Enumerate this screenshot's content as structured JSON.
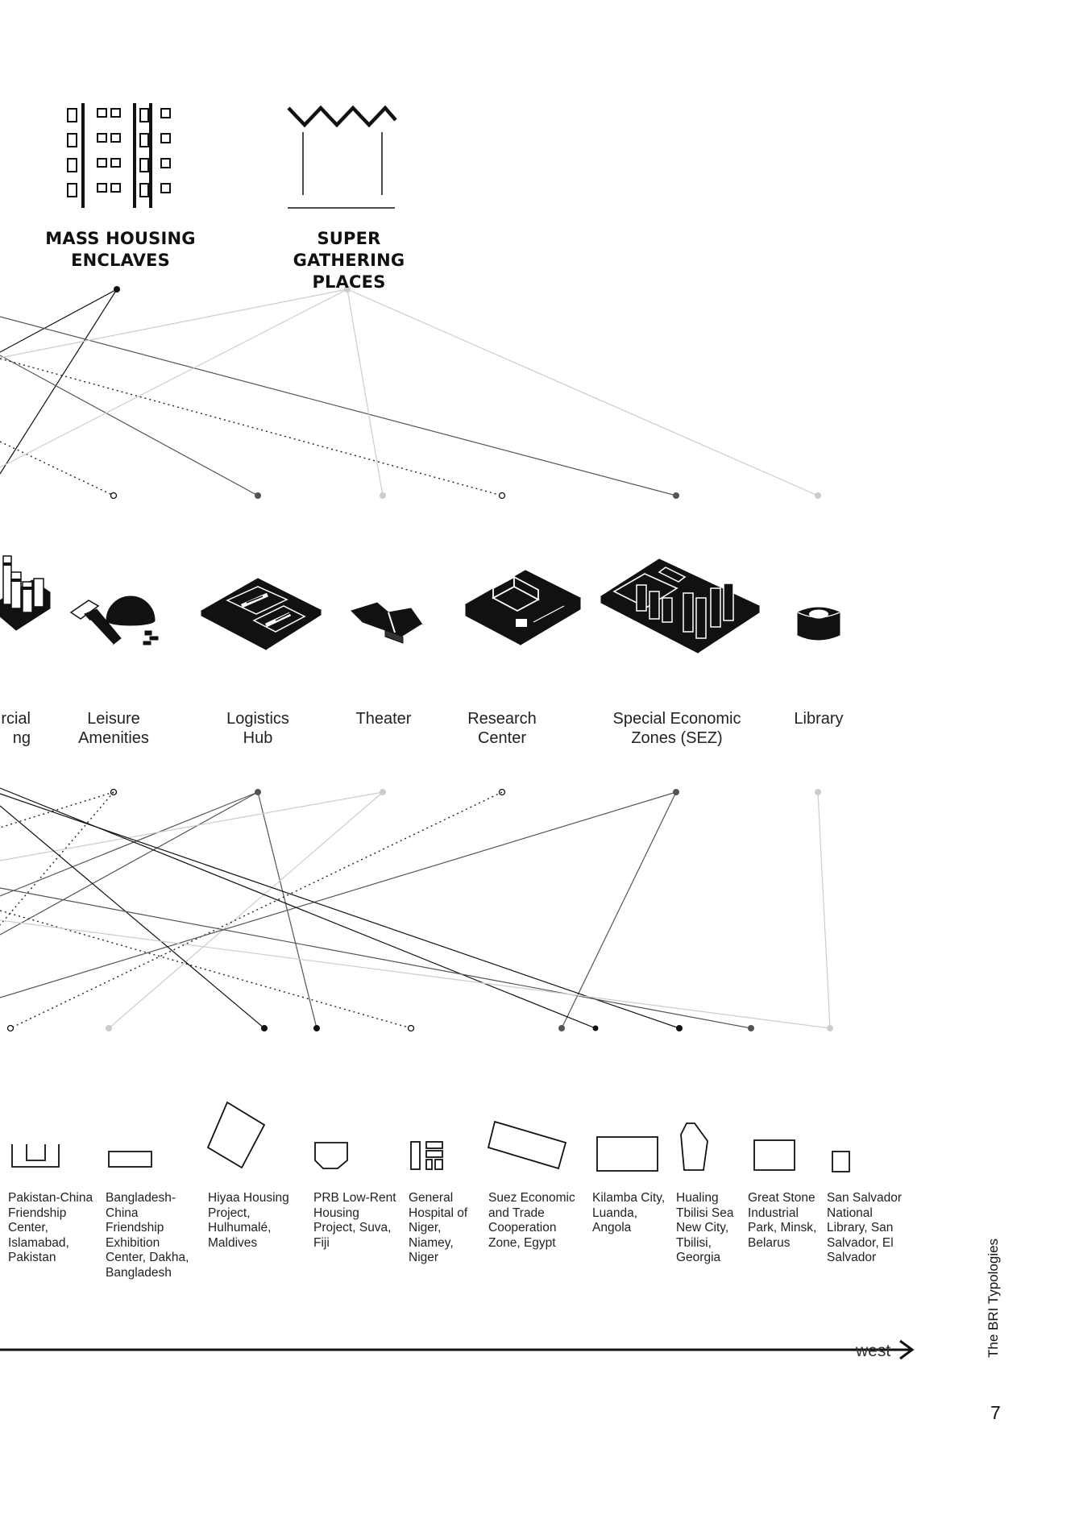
{
  "categories": [
    {
      "id": "mass-housing",
      "label": "MASS HOUSING ENCLAVES"
    },
    {
      "id": "super-gathering",
      "label": "SUPER GATHERING PLACES"
    }
  ],
  "typologies": [
    {
      "id": "commercial",
      "label": "rcial ng"
    },
    {
      "id": "leisure",
      "label": "Leisure Amenities"
    },
    {
      "id": "logistics",
      "label": "Logistics Hub"
    },
    {
      "id": "theater",
      "label": "Theater"
    },
    {
      "id": "research",
      "label": "Research Center"
    },
    {
      "id": "sez",
      "label": "Special Economic Zones (SEZ)"
    },
    {
      "id": "library",
      "label": "Library"
    }
  ],
  "projects": [
    {
      "id": "pakistan-china",
      "label": "Pakistan-China Friendship Center, Islamabad, Pakistan"
    },
    {
      "id": "bangladesh-china",
      "label": "Bangladesh-China Friendship Exhibition Center, Dakha, Bangladesh"
    },
    {
      "id": "hiyaa",
      "label": "Hiyaa Housing Project, Hulhumalé, Maldives"
    },
    {
      "id": "prb",
      "label": "PRB Low-Rent Housing Project, Suva, Fiji"
    },
    {
      "id": "general-hospital",
      "label": "General Hospital of Niger, Niamey, Niger"
    },
    {
      "id": "suez",
      "label": "Suez Economic and Trade Cooperation Zone, Egypt"
    },
    {
      "id": "kilamba",
      "label": "Kilamba City, Luanda, Angola"
    },
    {
      "id": "hualing",
      "label": "Hualing Tbilisi Sea New City, Tbilisi, Georgia"
    },
    {
      "id": "great-stone",
      "label": "Great Stone Industrial Park, Minsk, Belarus"
    },
    {
      "id": "san-salvador",
      "label": "San Salvador National Library, San Salvador, El Salvador"
    }
  ],
  "axis": {
    "direction_label": "west"
  },
  "side_title": "The BRI Typologies",
  "page_number": "7",
  "colors": {
    "ink": "#111111",
    "mid_grey": "#666666",
    "light_grey": "#c4c4c4",
    "background": "#ffffff"
  },
  "connection_styles": [
    "solid-black",
    "solid-grey",
    "solid-light",
    "dotted-black"
  ],
  "icons": [
    "mass-housing-icon",
    "super-gathering-icon",
    "commercial-building-icon",
    "leisure-amenities-icon",
    "logistics-hub-icon",
    "theater-icon",
    "research-center-icon",
    "sez-icon",
    "library-icon"
  ]
}
